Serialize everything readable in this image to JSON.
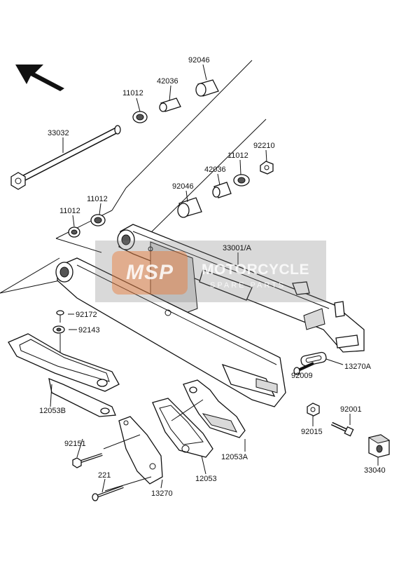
{
  "watermark": {
    "logo_text": "MSP",
    "title": "MOTORCYCLE",
    "subtitle": "SPARE PARTS"
  },
  "labels": {
    "p92046_top": "92046",
    "p42036_top": "42036",
    "p11012_top": "11012",
    "p33032": "33032",
    "p92210": "92210",
    "p11012_mid": "11012",
    "p42036_mid": "42036",
    "p92046_mid": "92046",
    "p11012_left_a": "11012",
    "p11012_left_b": "11012",
    "p33001a": "33001/A",
    "p92172": "92172",
    "p92143": "92143",
    "p13270a": "13270A",
    "p92009": "92009",
    "p12053b": "12053B",
    "p92001": "92001",
    "p92015": "92015",
    "p92151": "92151",
    "p12053a": "12053A",
    "p33040": "33040",
    "p221": "221",
    "p12053": "12053",
    "p13270": "13270"
  }
}
